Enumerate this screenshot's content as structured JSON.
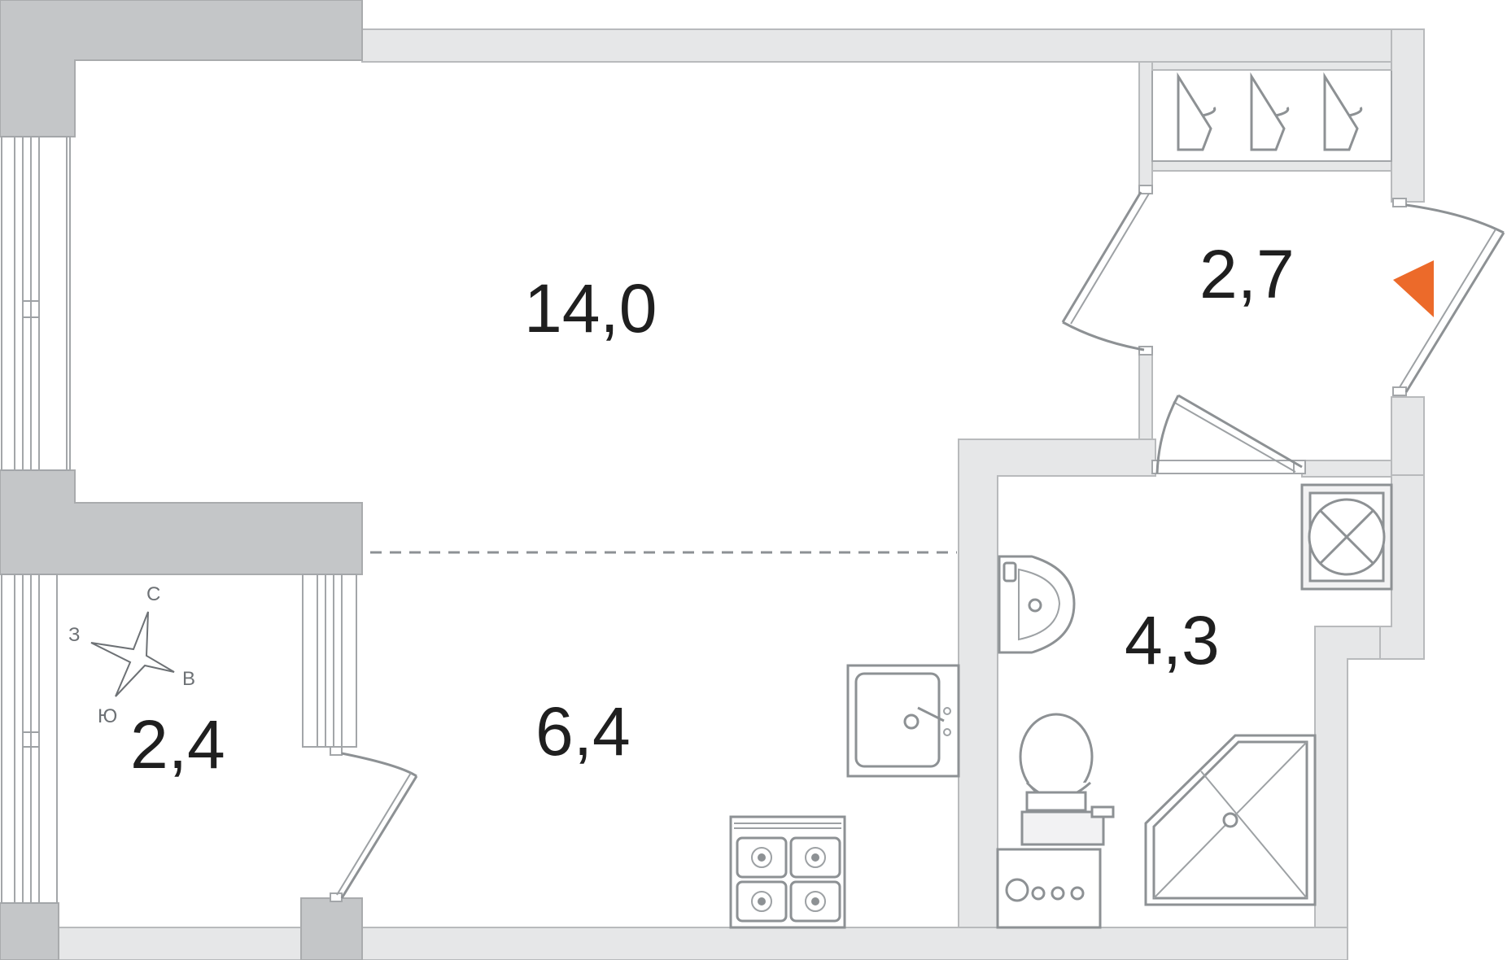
{
  "rooms": [
    {
      "id": "living",
      "area": "14,0"
    },
    {
      "id": "hall",
      "area": "2,7"
    },
    {
      "id": "bathroom",
      "area": "4,3"
    },
    {
      "id": "kitchen",
      "area": "6,4"
    },
    {
      "id": "balcony",
      "area": "2,4"
    }
  ],
  "compass": {
    "north": "С",
    "west": "З",
    "east": "В",
    "south": "Ю"
  },
  "colors": {
    "entrance_marker": "#ec6a2a",
    "wall_fill": "#e6e7e8",
    "wall_dark": "#c4c6c8",
    "stroke": "#8d9194"
  },
  "icons": [
    "hanger-icon",
    "compass-icon",
    "ventilation-shaft-icon",
    "sink-icon",
    "toilet-icon",
    "shower-tray-icon",
    "washing-machine-icon",
    "kitchen-sink-icon",
    "stove-icon",
    "entrance-arrow-icon"
  ]
}
